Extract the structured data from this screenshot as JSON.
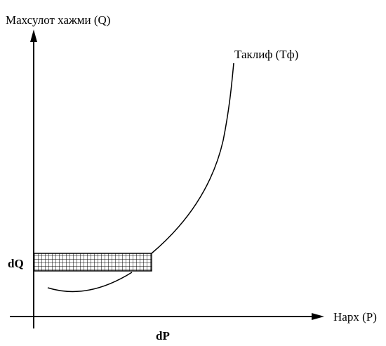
{
  "diagram": {
    "y_axis_label": "Махсулот хажми (Q)",
    "x_axis_label": "Нарх (P)",
    "supply_curve_label": "Таклиф (Тф)",
    "dq_label": "dQ",
    "dp_label": "dP"
  },
  "colors": {
    "ink": "#000000",
    "background": "#ffffff"
  }
}
